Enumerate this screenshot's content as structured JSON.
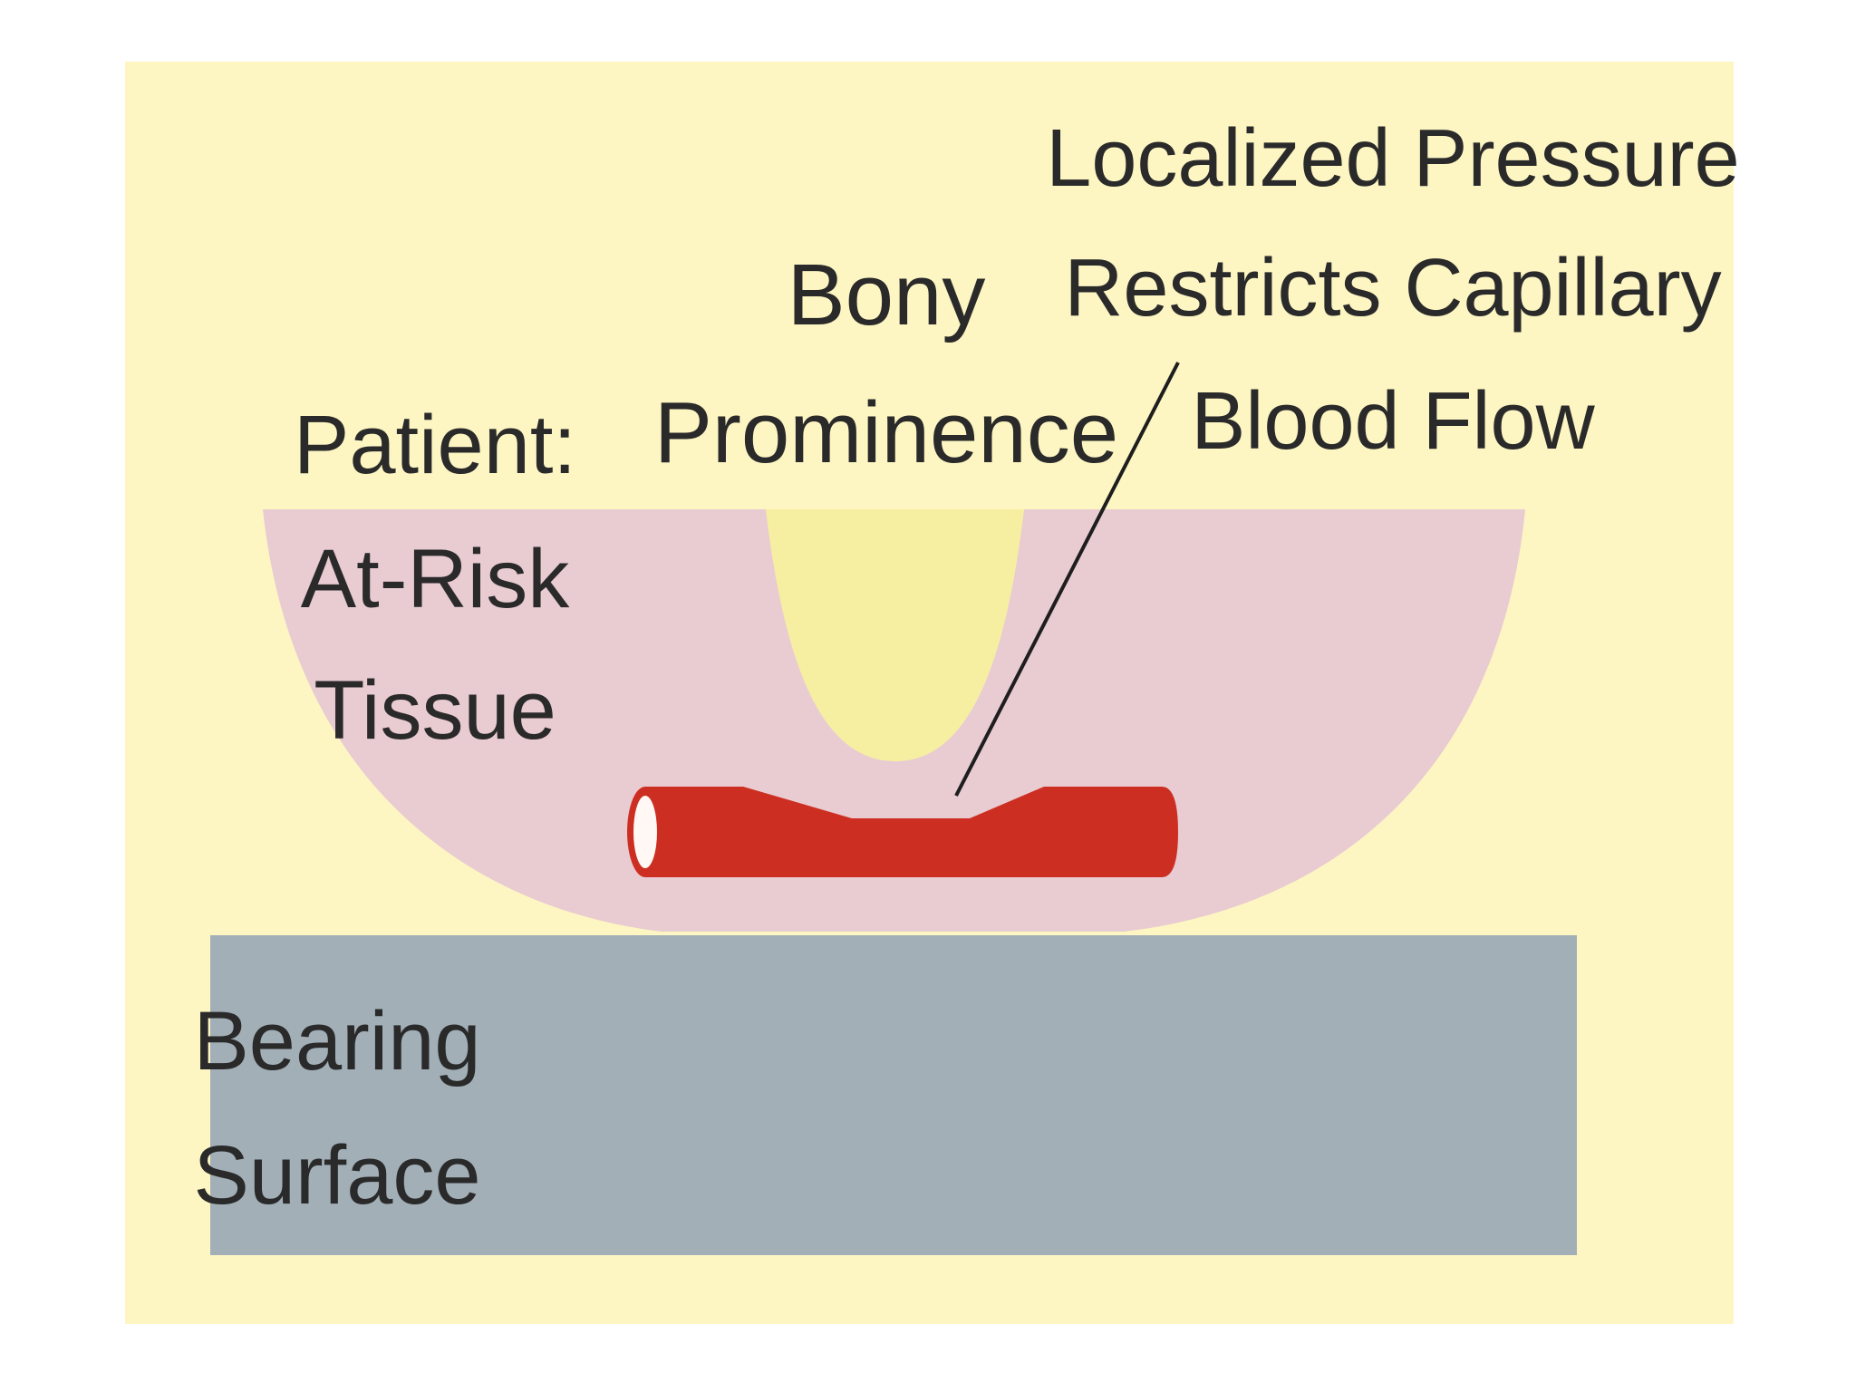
{
  "labels": {
    "bony_line1": "Bony",
    "bony_line2": "Prominence",
    "pressure_line1": "Localized Pressure",
    "pressure_line2": "Restricts Capillary",
    "pressure_line3": "Blood Flow",
    "patient_line1": "Patient:",
    "patient_line2": "At-Risk",
    "patient_line3": "Tissue",
    "surface_line1": "Bearing",
    "surface_line2": "Surface"
  },
  "colors": {
    "background": "#fdf6c3",
    "tissue": "#e9cbd2",
    "bone": "#f6efa2",
    "vessel": "#cc2f22",
    "vessel_lumen": "#fff8f4",
    "surface": "#a2afb7",
    "label_text": "#2a2a2a",
    "leader_line": "#1e1e1e"
  }
}
